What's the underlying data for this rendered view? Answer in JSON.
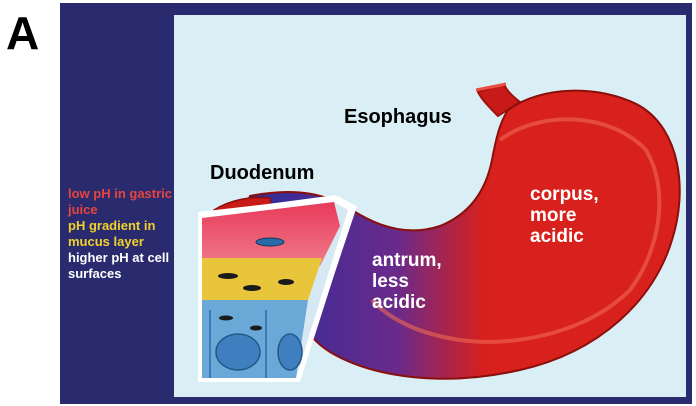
{
  "panel_letter": "A",
  "legend": {
    "items": [
      {
        "text": "low pH in gastric juice",
        "color": "#e8453c"
      },
      {
        "text": "pH gradient in mucus layer",
        "color": "#f2d12a"
      },
      {
        "text": "higher pH at cell surfaces",
        "color": "#ffffff"
      }
    ]
  },
  "labels": {
    "esophagus": "Esophagus",
    "duodenum": "Duodenum",
    "corpus": [
      "corpus,",
      "more",
      "acidic"
    ],
    "antrum": [
      "antrum,",
      "less",
      "acidic"
    ]
  },
  "colors": {
    "frame": "#2a2a6e",
    "background": "#d9eef5",
    "stomach_red": "#d8201c",
    "stomach_dark": "#a3120f",
    "antrum_blue": "#3a3aa8",
    "mucus_yellow": "#e8c53a",
    "cell_blue": "#6aa8d8"
  },
  "icons": [
    "stomach-illustration",
    "mucosa-inset"
  ]
}
